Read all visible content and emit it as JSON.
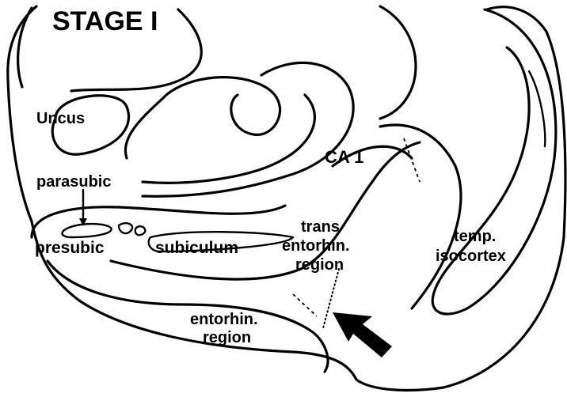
{
  "title": "STAGE I",
  "labels": {
    "uncus": "Uncus",
    "parasubic": "parasubic",
    "presubic": "presubic",
    "subiculum": "subiculum",
    "ca1": "CA 1",
    "trans_entorhin_line1": "trans",
    "trans_entorhin_line2": "entorhin.",
    "trans_entorhin_line3": "region",
    "temp_isocortex_line1": "temp.",
    "temp_isocortex_line2": "isocortex",
    "entorhin_line1": "entorhin.",
    "entorhin_line2": "region"
  },
  "colors": {
    "ink": "#000000",
    "paper": "#ffffff"
  },
  "icons": {
    "arrow": "arrow-pointer-icon"
  }
}
